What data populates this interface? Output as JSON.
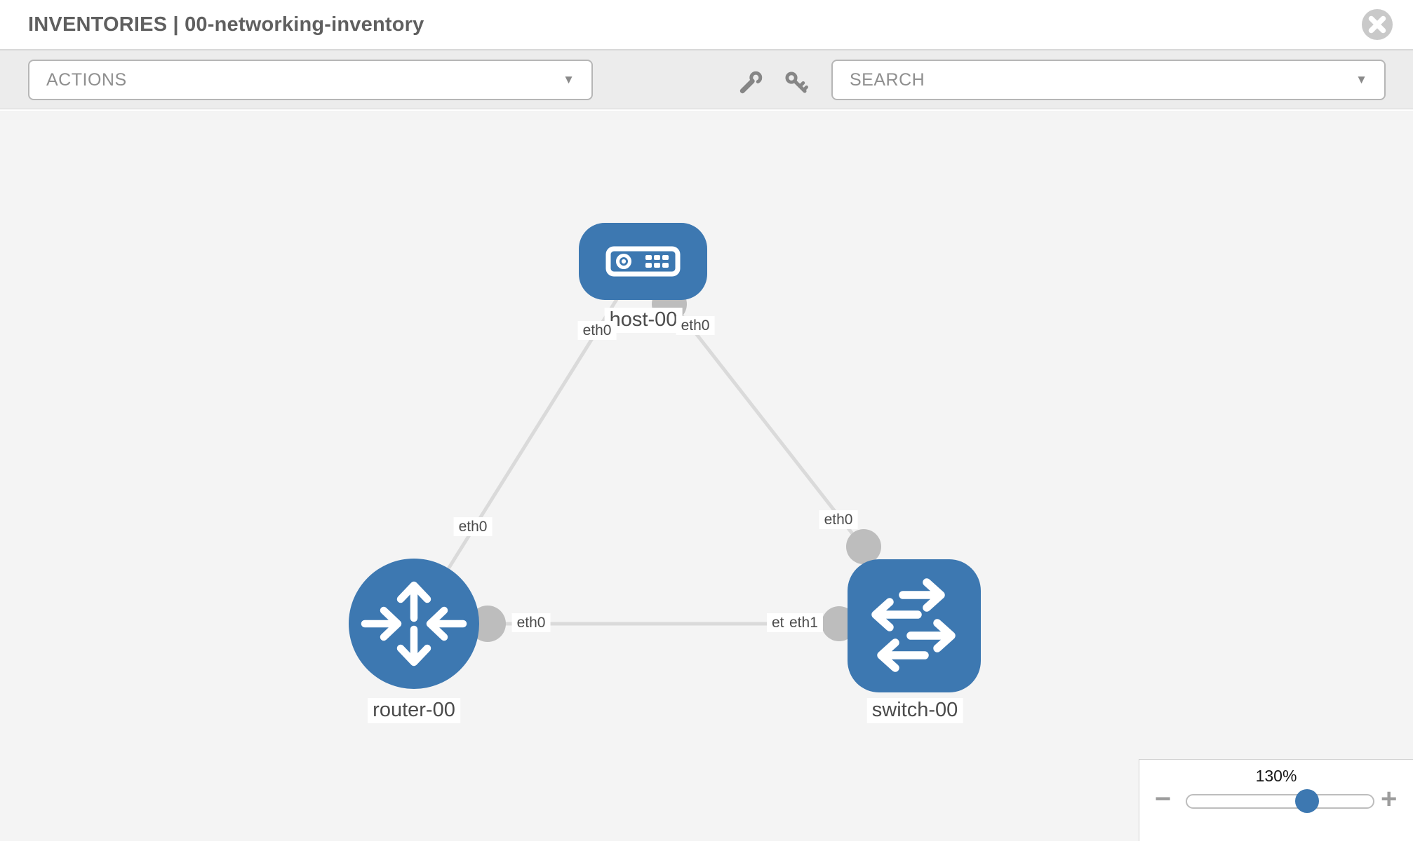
{
  "header": {
    "title": "INVENTORIES | 00-networking-inventory"
  },
  "toolbar": {
    "actions": {
      "label": "ACTIONS",
      "caret": "▼"
    },
    "search": {
      "label": "SEARCH",
      "caret": "▼"
    }
  },
  "topology": {
    "nodes": [
      {
        "id": "host-00",
        "type": "host",
        "label": "host-00"
      },
      {
        "id": "router-00",
        "type": "router",
        "label": "router-00"
      },
      {
        "id": "switch-00",
        "type": "switch",
        "label": "switch-00"
      }
    ],
    "links": [
      {
        "source": "host-00",
        "source_interface": "eth0",
        "target": "router-00",
        "target_interface": "eth0"
      },
      {
        "source": "host-00",
        "source_interface": "eth0",
        "target": "switch-00",
        "target_interface": "eth0"
      },
      {
        "source": "router-00",
        "source_interface": "eth0",
        "target": "switch-00",
        "target_interface": "eth1",
        "target_interface_overlapped": "eth0"
      }
    ]
  },
  "zoom": {
    "value": "130%",
    "minus": "−",
    "plus": "+"
  },
  "colors": {
    "node_blue": "#3d78b1",
    "link_gray": "#dadada",
    "port_gray": "#bdbdbd",
    "canvas_bg": "#f4f4f4",
    "toolbar_bg": "#ececec"
  }
}
